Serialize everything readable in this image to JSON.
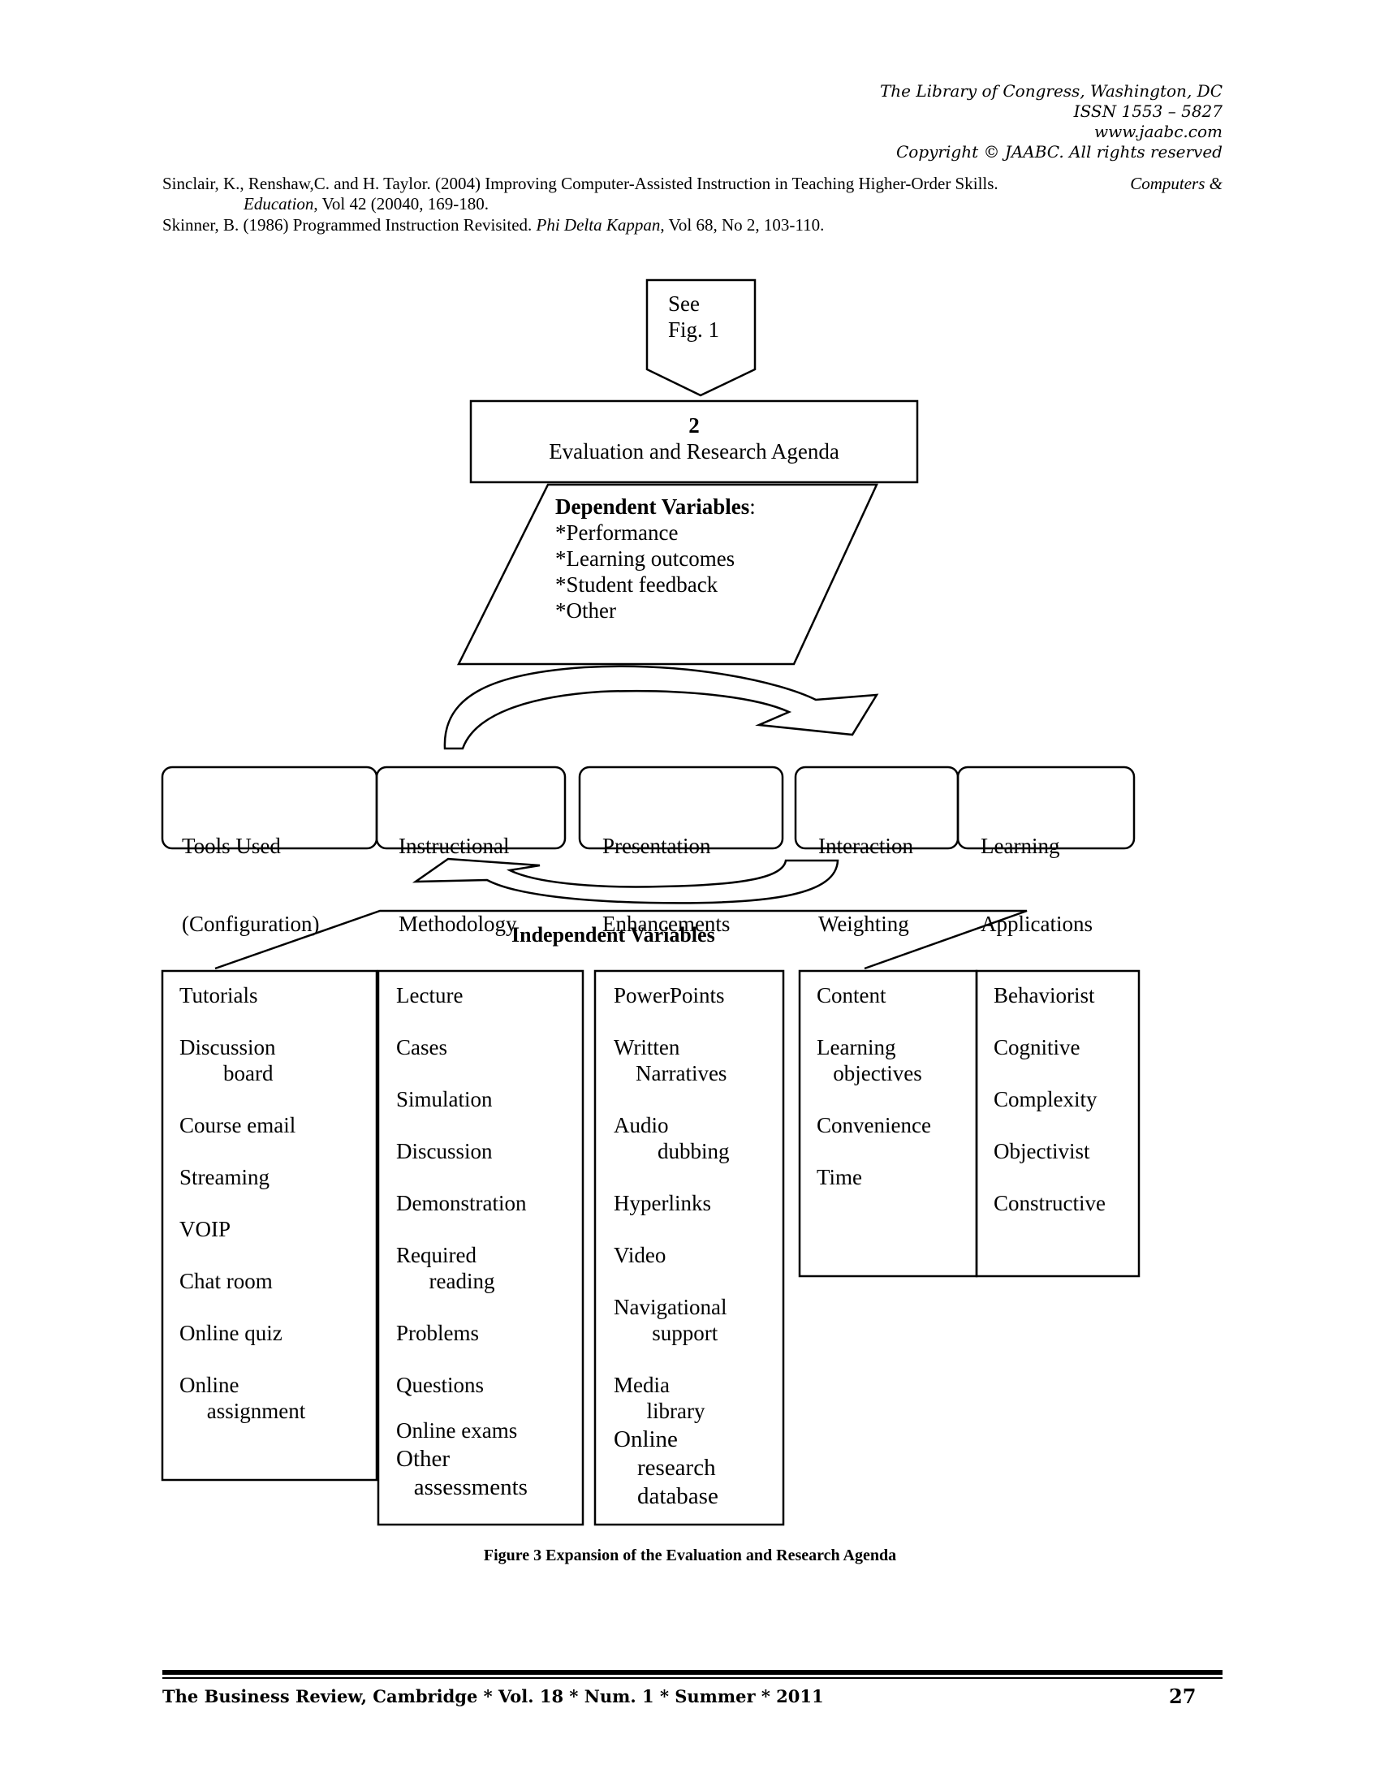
{
  "header": {
    "line1": "The Library of Congress, Washington, DC",
    "line2": "ISSN 1553 – 5827",
    "line3": "www.jaabc.com",
    "line4": "Copyright © JAABC. All rights reserved"
  },
  "references": [
    {
      "main": "Sinclair, K., Renshaw,C. and H. Taylor.  (2004)  Improving Computer-Assisted Instruction in Teaching Higher-Order Skills.  ",
      "journal": "Computers &",
      "journal2": "Education",
      "rest": ", Vol 42 (20040, 169-180."
    },
    {
      "main": "Skinner, B.  (1986)  Programmed Instruction Revisited.  ",
      "journal": "Phi Delta Kappan",
      "rest": ", Vol 68, No 2, 103-110."
    }
  ],
  "figure": {
    "see_box": {
      "line1": "See",
      "line2": "Fig. 1"
    },
    "agenda": {
      "number": "2",
      "title": "Evaluation and Research Agenda"
    },
    "dependent": {
      "heading": "Dependent Variables",
      "colon": ":",
      "items": [
        "*Performance",
        "*Learning outcomes",
        "*Student feedback",
        "*Other"
      ]
    },
    "categories": [
      {
        "line1": "Tools Used",
        "line2": "(Configuration)"
      },
      {
        "line1": "Instructional",
        "line2": "Methodology"
      },
      {
        "line1": "Presentation",
        "line2": "Enhancements"
      },
      {
        "line1": "Interaction",
        "line2": "Weighting"
      },
      {
        "line1": "Learning",
        "line2": "Applications"
      }
    ],
    "independent_heading": "Independent Variables",
    "columns": [
      [
        "Tutorials",
        "Discussion\n        board",
        "Course email",
        "Streaming",
        "VOIP",
        "Chat room",
        "Online quiz",
        "Online\n     assignment"
      ],
      [
        "Lecture",
        "Cases",
        "Simulation",
        "Discussion",
        "Demonstration",
        "Required\n      reading",
        "Problems",
        "Questions",
        "Online exams",
        "Other\n   assessments"
      ],
      [
        "PowerPoints",
        "Written\n    Narratives",
        "Audio\n        dubbing",
        "Hyperlinks",
        "Video",
        "Navigational\n       support",
        "Media\n      library",
        "Online\n    research\n    database"
      ],
      [
        "Content",
        "Learning\n   objectives",
        "Convenience",
        "Time"
      ],
      [
        "Behaviorist",
        "Cognitive",
        "Complexity",
        "Objectivist",
        "Constructive"
      ]
    ],
    "caption": "Figure 3  Expansion of the Evaluation and Research Agenda"
  },
  "footer": {
    "text": "The Business Review, Cambridge * Vol. 18 * Num. 1 * Summer * 2011",
    "page": "27"
  }
}
